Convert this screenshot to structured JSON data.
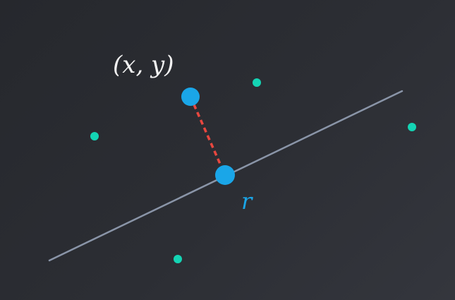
{
  "labels": {
    "point": "(x, y)",
    "projection": "r"
  },
  "colors": {
    "background": "#2b2d33",
    "line": "#8a95a8",
    "primary_point": "#1aa6e8",
    "dashed_segment": "#e8473f",
    "scatter_points": "#14d4b4",
    "label_point": "#f2f2f2",
    "label_projection": "#1aa6e8"
  },
  "elements": {
    "scatter_point_count": 4,
    "primary_points": [
      "(x, y)",
      "r"
    ]
  }
}
